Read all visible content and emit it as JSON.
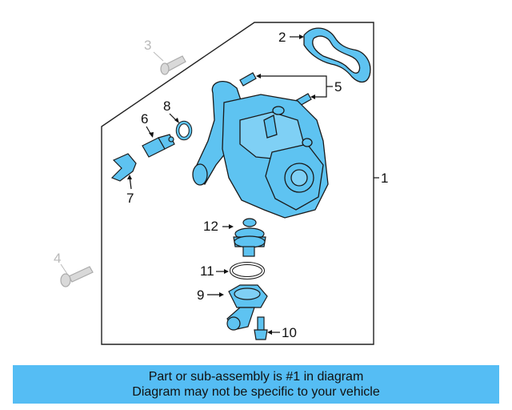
{
  "callouts": {
    "c1": "1",
    "c2": "2",
    "c3": "3",
    "c4": "4",
    "c5": "5",
    "c6": "6",
    "c7": "7",
    "c8": "8",
    "c9": "9",
    "c10": "10",
    "c11": "11",
    "c12": "12"
  },
  "banner": {
    "line1": "Part or sub-assembly is #1 in diagram",
    "line2": "Diagram may not be specific to your vehicle"
  },
  "colors": {
    "part_fill": "#5ec3f1",
    "part_stroke": "#1a1a1a",
    "gray_part": "#c8c8c8",
    "banner": "#55bdf4"
  }
}
